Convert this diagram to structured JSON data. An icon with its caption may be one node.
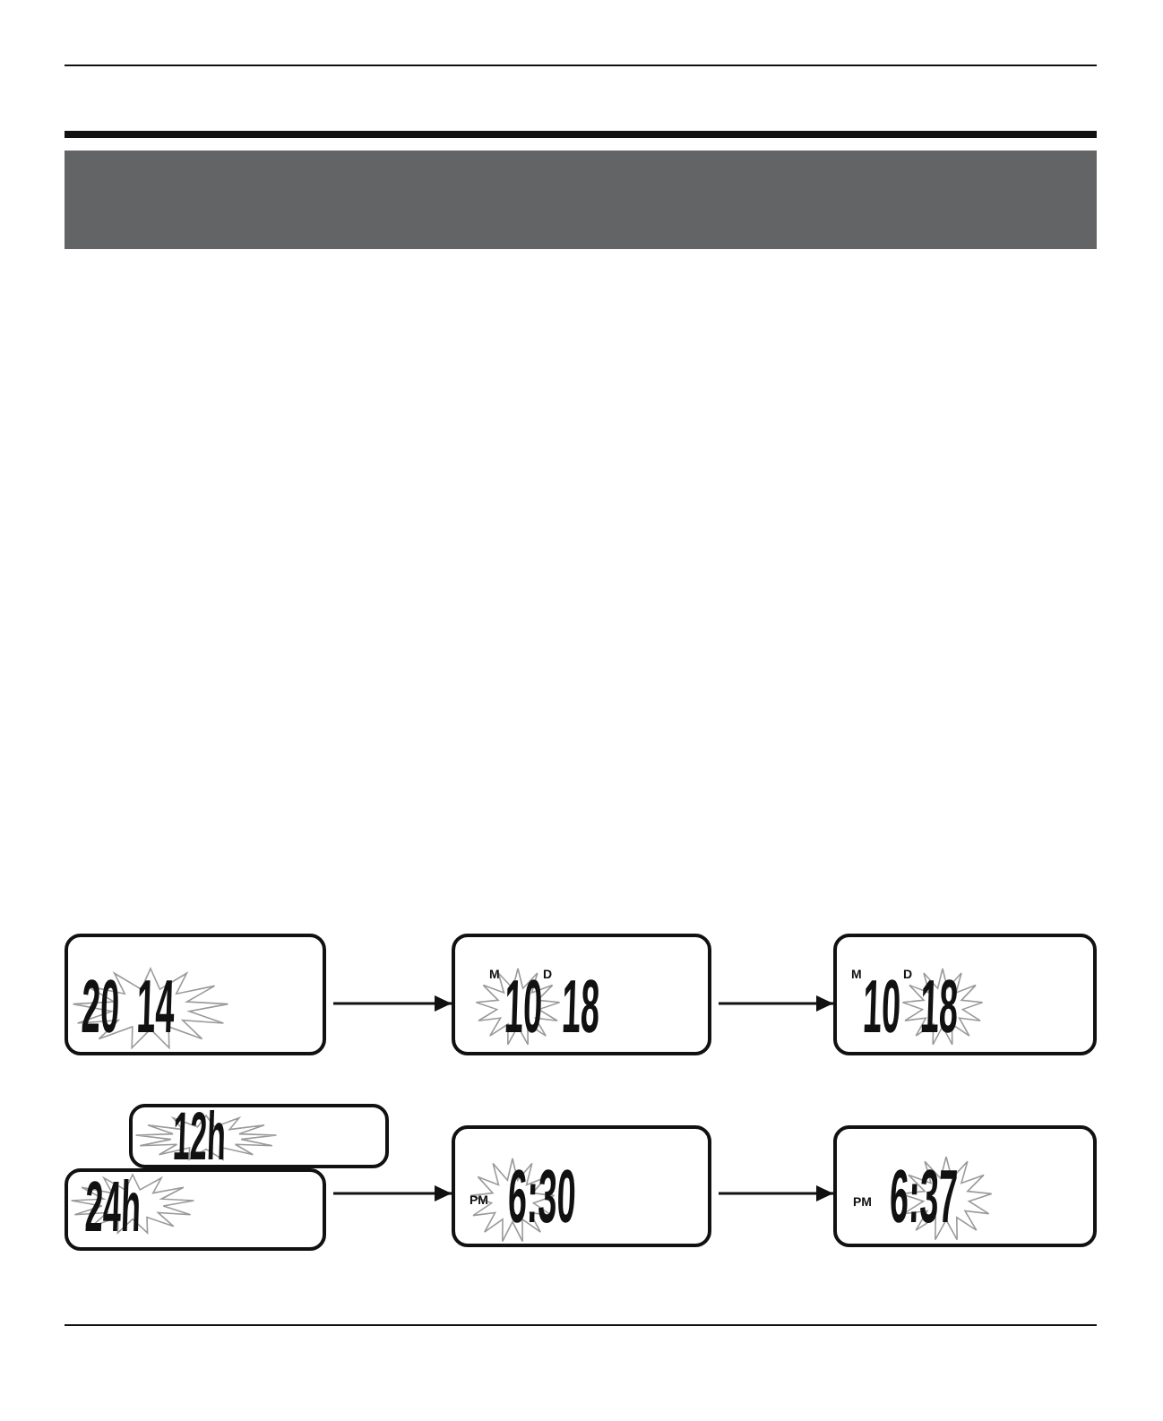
{
  "diagram": {
    "nodes": [
      {
        "text": [],
        "shape": "bar"
      },
      {
        "text": [
          "20 14"
        ]
      },
      {
        "text": [
          "M",
          "10",
          "D",
          "18"
        ]
      },
      {
        "text": [
          "M",
          "10",
          "D",
          "18"
        ]
      },
      {
        "text": [
          "12h"
        ]
      },
      {
        "text": [
          "24h"
        ]
      },
      {
        "text": [
          "PM",
          "6:30"
        ]
      },
      {
        "text": [
          "PM",
          "6:37"
        ]
      }
    ],
    "edges": [
      {
        "from": 1,
        "to": 2,
        "arrow": "to"
      },
      {
        "from": 2,
        "to": 3,
        "arrow": "to"
      },
      {
        "from": 5,
        "to": 6,
        "arrow": "to"
      },
      {
        "from": 6,
        "to": 7,
        "arrow": "to"
      }
    ]
  }
}
